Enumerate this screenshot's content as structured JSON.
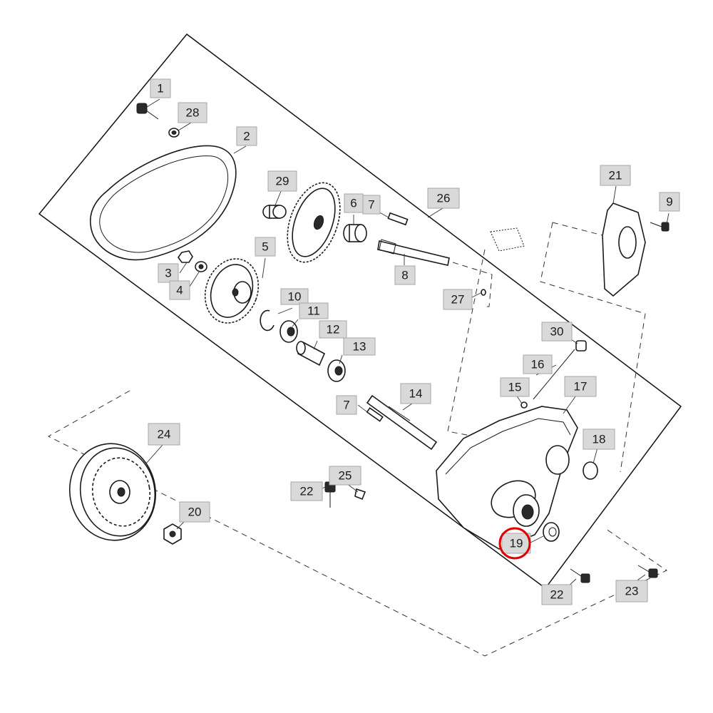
{
  "callouts": [
    {
      "id": "c1",
      "label": "1"
    },
    {
      "id": "c2",
      "label": "2"
    },
    {
      "id": "c3",
      "label": "3"
    },
    {
      "id": "c4",
      "label": "4"
    },
    {
      "id": "c5",
      "label": "5"
    },
    {
      "id": "c6",
      "label": "6"
    },
    {
      "id": "c7a",
      "label": "7"
    },
    {
      "id": "c7b",
      "label": "7"
    },
    {
      "id": "c8",
      "label": "8"
    },
    {
      "id": "c9",
      "label": "9"
    },
    {
      "id": "c10",
      "label": "10"
    },
    {
      "id": "c11",
      "label": "11"
    },
    {
      "id": "c12",
      "label": "12"
    },
    {
      "id": "c13",
      "label": "13"
    },
    {
      "id": "c14",
      "label": "14"
    },
    {
      "id": "c15",
      "label": "15"
    },
    {
      "id": "c16",
      "label": "16"
    },
    {
      "id": "c17",
      "label": "17"
    },
    {
      "id": "c18",
      "label": "18"
    },
    {
      "id": "c19",
      "label": "19"
    },
    {
      "id": "c20",
      "label": "20"
    },
    {
      "id": "c21",
      "label": "21"
    },
    {
      "id": "c22a",
      "label": "22"
    },
    {
      "id": "c22b",
      "label": "22"
    },
    {
      "id": "c23",
      "label": "23"
    },
    {
      "id": "c24",
      "label": "24"
    },
    {
      "id": "c25",
      "label": "25"
    },
    {
      "id": "c26",
      "label": "26"
    },
    {
      "id": "c27",
      "label": "27"
    },
    {
      "id": "c28",
      "label": "28"
    },
    {
      "id": "c29",
      "label": "29"
    },
    {
      "id": "c30",
      "label": "30"
    }
  ],
  "highlighted_callout": "19",
  "colors": {
    "callout_fill": "#d9d9d9",
    "highlight": "#e00000",
    "line": "#1a1a1a"
  }
}
